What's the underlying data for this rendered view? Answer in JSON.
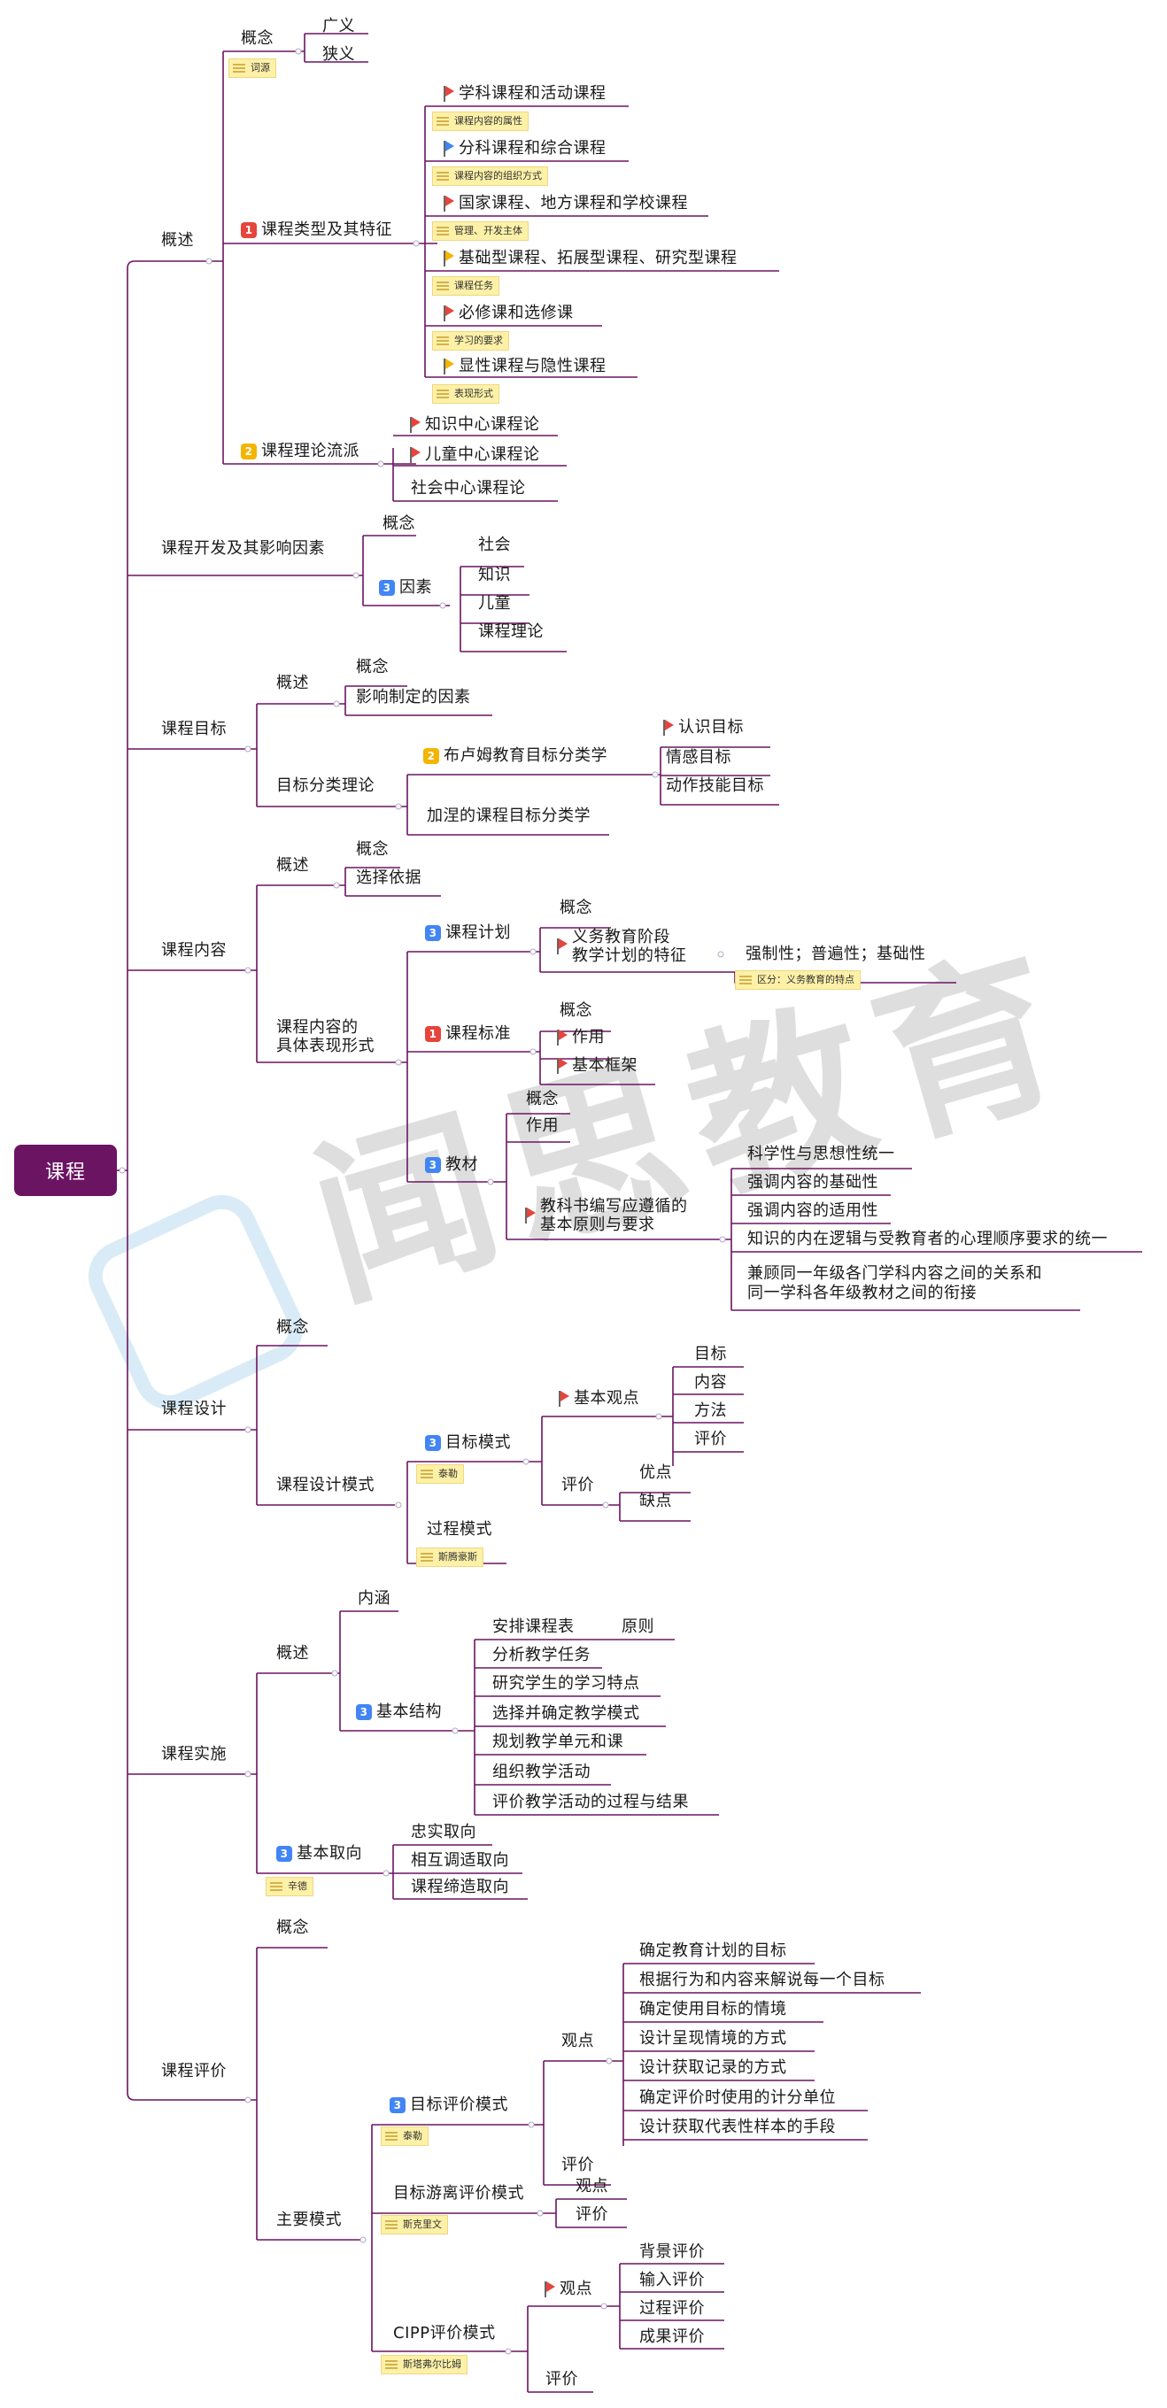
{
  "root": "课程",
  "watermark": "闻思教育",
  "colors": {
    "line": "#6b1462",
    "flag_red": "#e5453c",
    "flag_blue": "#4285f4",
    "flag_yellow": "#f4b400",
    "badge_red": "#e5453c",
    "badge_orange": "#f4b400",
    "badge_blue": "#4285f4"
  },
  "nodes": {
    "b1": {
      "label": "概述",
      "gainian": "概念",
      "guangyi": "广义",
      "xiayi": "狭义",
      "note_liuyuan": "词源",
      "types": "课程类型及其特征",
      "types_badge": "1",
      "t1": "学科课程和活动课程",
      "t1n": "课程内容的属性",
      "t2": "分科课程和综合课程",
      "t2n": "课程内容的组织方式",
      "t3": "国家课程、地方课程和学校课程",
      "t3n": "管理、开发主体",
      "t4": "基础型课程、拓展型课程、研究型课程",
      "t4n": "课程任务",
      "t5": "必修课和选修课",
      "t5n": "学习的要求",
      "t6": "显性课程与隐性课程",
      "t6n": "表现形式",
      "schools": "课程理论流派",
      "schools_badge": "2",
      "s1": "知识中心课程论",
      "s2": "儿童中心课程论",
      "s3": "社会中心课程论"
    },
    "b2": {
      "label": "课程开发及其影响因素",
      "c1": "概念",
      "c2": "因素",
      "c2_badge": "3",
      "f1": "社会",
      "f2": "知识",
      "f3": "儿童",
      "f4": "课程理论"
    },
    "b3": {
      "label": "课程目标",
      "c1": "概述",
      "c1a": "概念",
      "c1b": "影响制定的因素",
      "c2": "目标分类理论",
      "bloom": "布卢姆教育目标分类学",
      "bloom_badge": "2",
      "m1": "认识目标",
      "m2": "情感目标",
      "m3": "动作技能目标",
      "gagne": "加涅的课程目标分类学"
    },
    "b4": {
      "label": "课程内容",
      "c1": "概述",
      "c1a": "概念",
      "c1b": "选择依据",
      "c2": "课程内容的\n具体表现形式",
      "plan": "课程计划",
      "plan_badge": "3",
      "plan1": "概念",
      "plan2": "义务教育阶段\n教学计划的特征",
      "plan2a": "强制性；普遍性；基础性",
      "plan2n": "区分：义务教育的特点",
      "std": "课程标准",
      "std_badge": "1",
      "std1": "概念",
      "std2": "作用",
      "std3": "基本框架",
      "tb": "教材",
      "tb_badge": "3",
      "tb1": "概念",
      "tb2": "作用",
      "tb3": "教科书编写应遵循的\n基本原则与要求",
      "r1": "科学性与思想性统一",
      "r2": "强调内容的基础性",
      "r3": "强调内容的适用性",
      "r4": "知识的内在逻辑与受教育者的心理顺序要求的统一",
      "r5": "兼顾同一年级各门学科内容之间的关系和\n同一学科各年级教材之间的衔接"
    },
    "b5": {
      "label": "课程设计",
      "c1": "概念",
      "c2": "课程设计模式",
      "goal": "目标模式",
      "goal_badge": "3",
      "goal_note": "泰勒",
      "view": "基本观点",
      "v1": "目标",
      "v2": "内容",
      "v3": "方法",
      "v4": "评价",
      "eval": "评价",
      "e1": "优点",
      "e2": "缺点",
      "proc": "过程模式",
      "proc_note": "斯腾豪斯"
    },
    "b6": {
      "label": "课程实施",
      "c1": "概述",
      "c1a": "内涵",
      "c1b": "基本结构",
      "c1b_badge": "3",
      "k1": "安排课程表",
      "k1a": "原则",
      "k2": "分析教学任务",
      "k3": "研究学生的学习特点",
      "k4": "选择并确定教学模式",
      "k5": "规划教学单元和课",
      "k6": "组织教学活动",
      "k7": "评价教学活动的过程与结果",
      "c2": "基本取向",
      "c2_badge": "3",
      "c2_note": "辛德",
      "o1": "忠实取向",
      "o2": "相互调适取向",
      "o3": "课程缔造取向"
    },
    "b7": {
      "label": "课程评价",
      "c1": "概念",
      "c2": "主要模式",
      "gm": "目标评价模式",
      "gm_badge": "3",
      "gm_note": "泰勒",
      "gm_view": "观点",
      "g1": "确定教育计划的目标",
      "g2": "根据行为和内容来解说每一个目标",
      "g3": "确定使用目标的情境",
      "g4": "设计呈现情境的方式",
      "g5": "设计获取记录的方式",
      "g6": "确定评价时使用的计分单位",
      "g7": "设计获取代表性样本的手段",
      "gm_eval": "评价",
      "fm": "目标游离评价模式",
      "fm_note": "斯克里文",
      "fm1": "观点",
      "fm2": "评价",
      "cipp": "CIPP评价模式",
      "cipp_note": "斯塔弗尔比姆",
      "cv": "观点",
      "cv1": "背景评价",
      "cv2": "输入评价",
      "cv3": "过程评价",
      "cv4": "成果评价",
      "ce": "评价"
    }
  }
}
